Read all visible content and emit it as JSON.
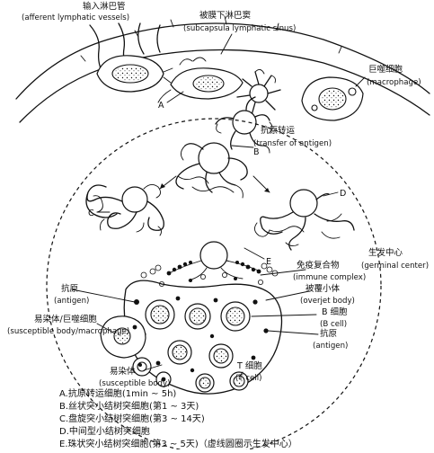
{
  "labels": {
    "afferent_cn": "输入淋巴管",
    "afferent_en": "(afferent lymphatic vessels)",
    "sinus_cn": "被膜下淋巴窦",
    "sinus_en": "(subcapsula lymphatic sinus)",
    "macrophage_cn": "巨噬细胞",
    "macrophage_en": "(macrophage)",
    "transfer_cn": "抗原转运",
    "transfer_en": "(transfer of antigen)",
    "letter_a": "A",
    "letter_b": "B",
    "letter_c": "C",
    "letter_d": "D",
    "letter_e": "E",
    "germinal_cn": "生发中心",
    "germinal_en": "(germinal center)",
    "immune_cn": "免疫复合物",
    "immune_en": "(immune complex)",
    "overjet_cn": "被覆小体",
    "overjet_en": "(overjet body)",
    "bcell_cn": "B 细胞",
    "bcell_en": "(B cell)",
    "antigen_right_cn": "抗原",
    "antigen_right_en": "(antigen)",
    "tcell_cn": "T 细胞",
    "tcell_en": "(T cell)",
    "antigen_left_cn": "抗原",
    "antigen_left_en": "(antigen)",
    "susceptible_macro_cn": "易染体/巨噬细胞",
    "susceptible_macro_en": "(susceptible body/macrophage)",
    "susceptible_cn": "易染体",
    "susceptible_en": "(susceptible body)"
  },
  "legend": [
    "A.抗原转运细胞(1min ~ 5h)",
    "B.丝状突小结树突细胞(第1 ~ 3天)",
    "C.盘旋突小结树突细胞(第3 ~ 14天)",
    "D.中间型小结树突细胞",
    "E.珠状突小结树突细胞(第3 ~ 5天)（虚线圆圈示生发中心）"
  ]
}
